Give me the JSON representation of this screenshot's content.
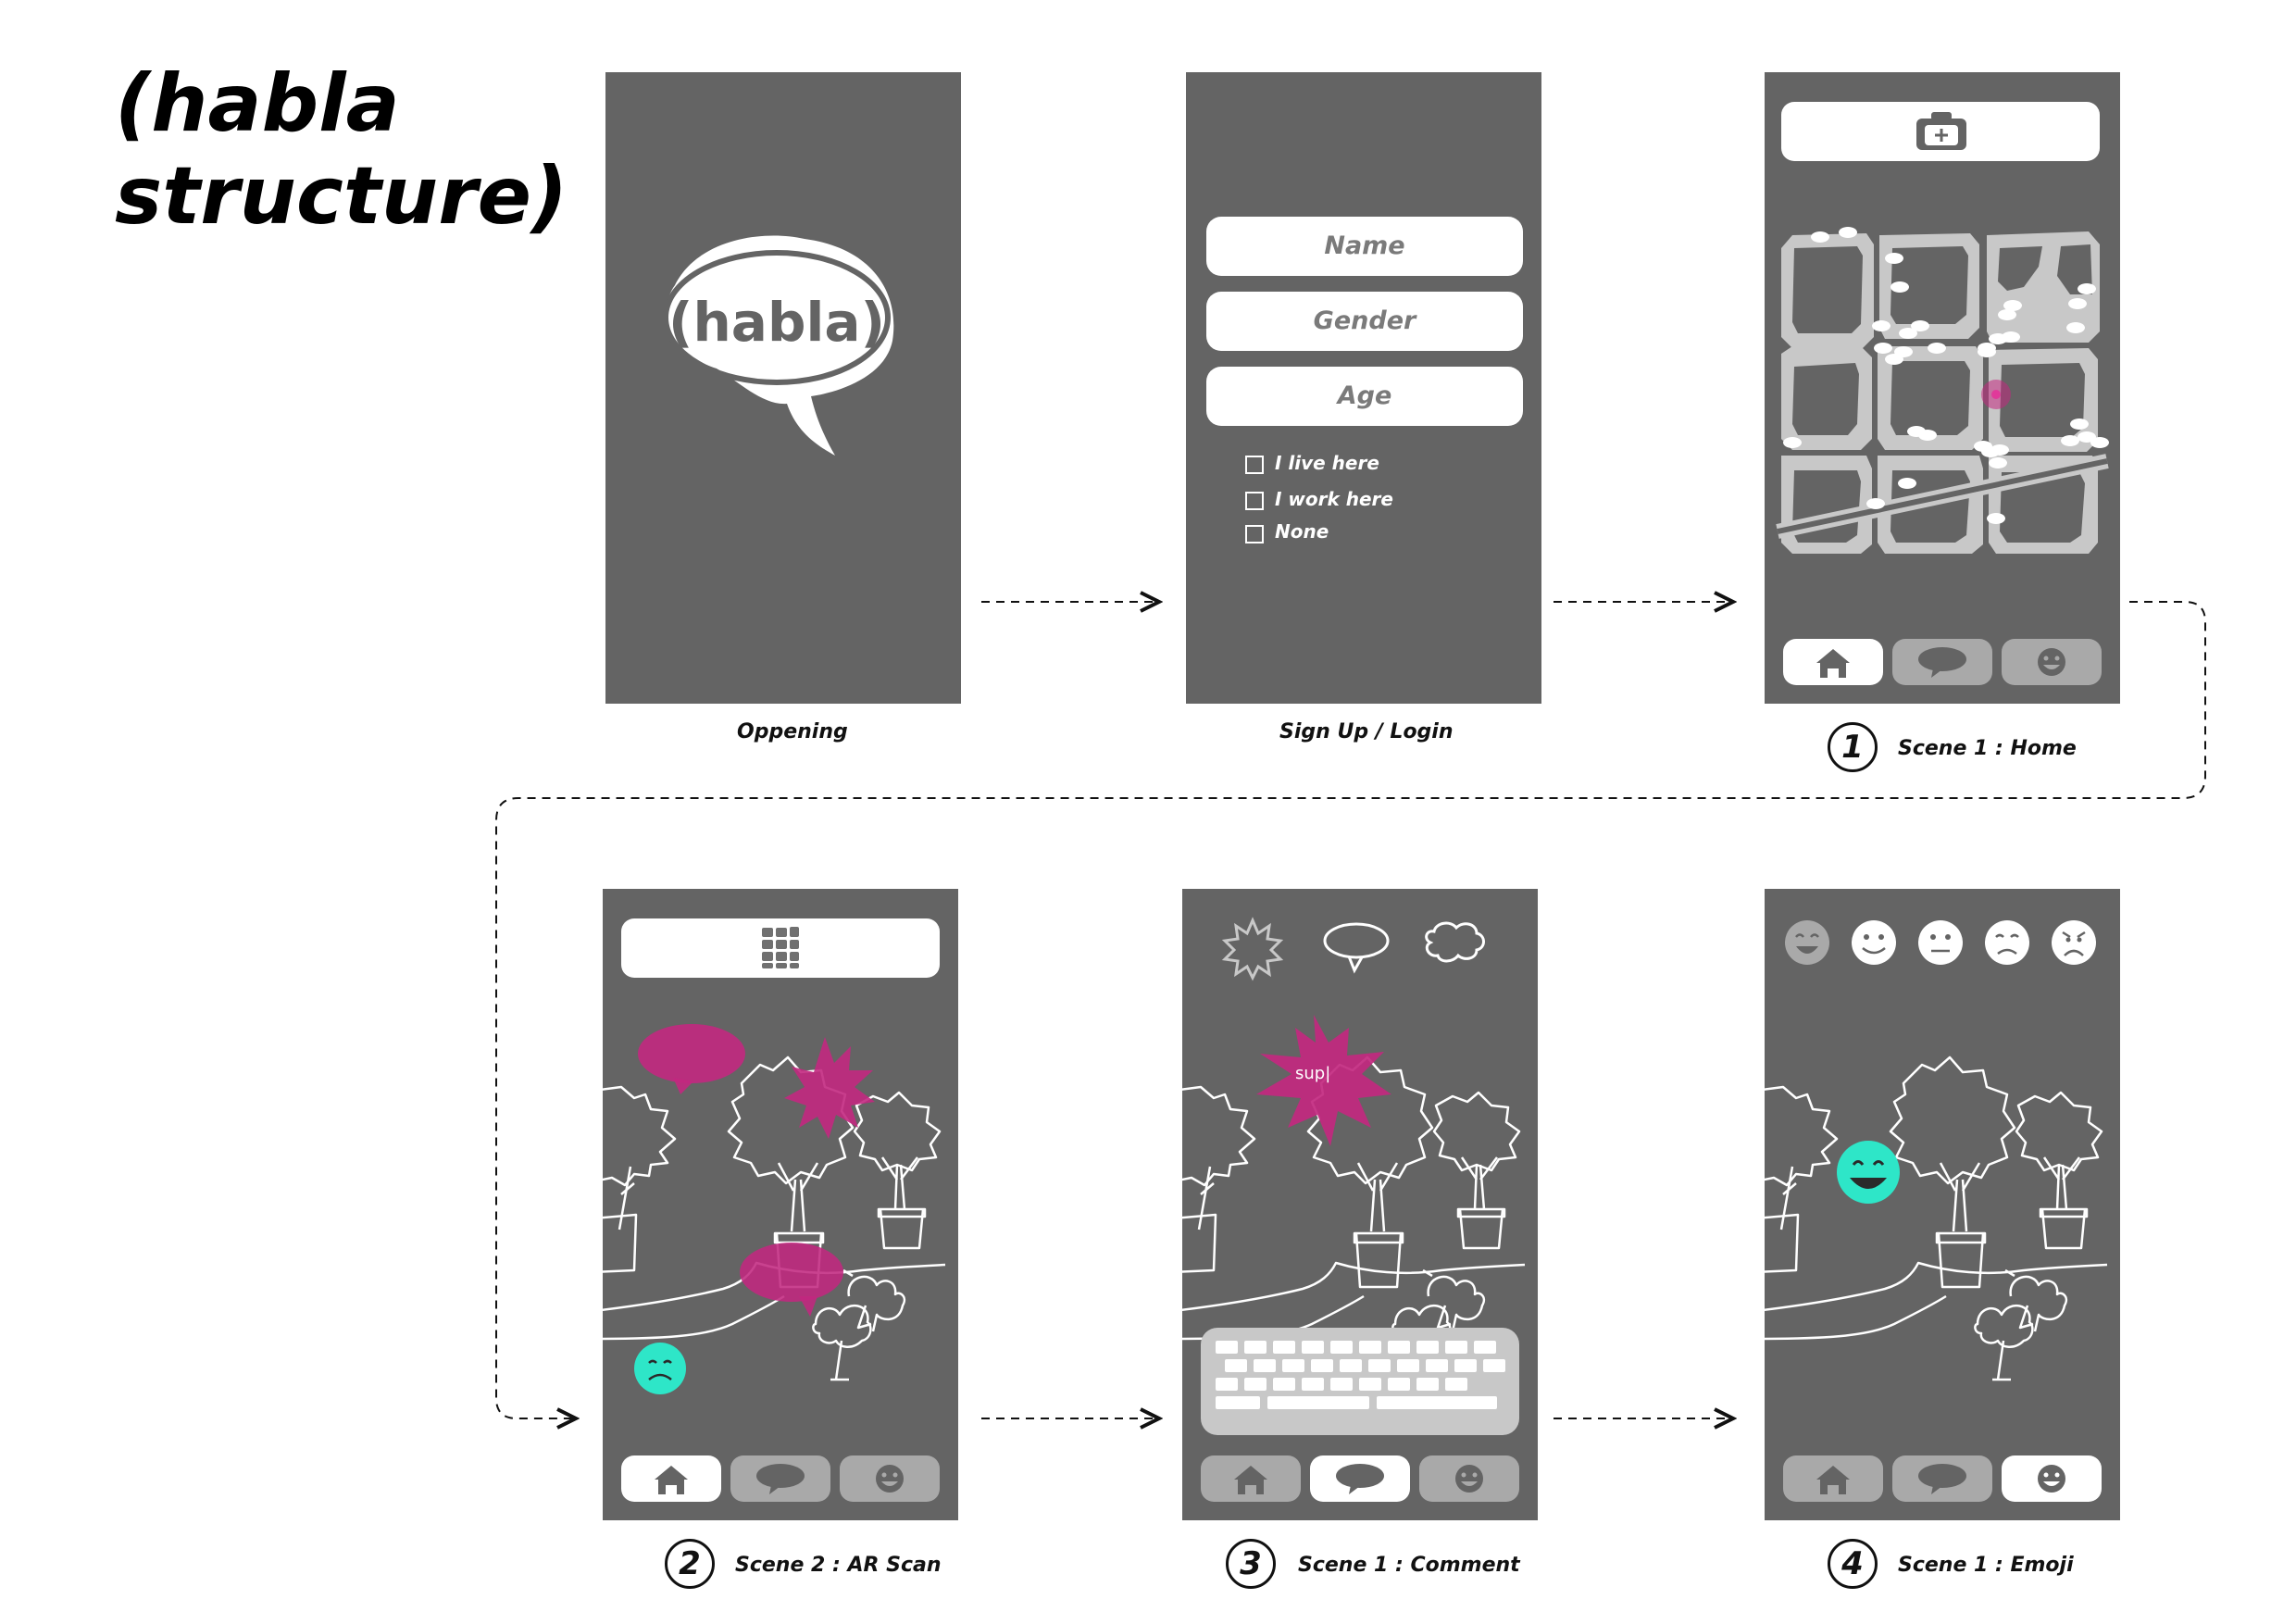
{
  "title": [
    "(habla",
    "structure)"
  ],
  "screens": {
    "opening": {
      "caption": "Oppening",
      "logo_text": "(habla)"
    },
    "signup": {
      "caption": "Sign Up / Login",
      "fields": [
        "Name",
        "Gender",
        "Age"
      ],
      "checkboxes": [
        "I live here",
        "I work here",
        "None"
      ]
    },
    "home": {
      "number": "1",
      "caption": "Scene 1 : Home"
    },
    "arscan": {
      "number": "2",
      "caption": "Scene 2 : AR Scan"
    },
    "comment": {
      "number": "3",
      "caption": "Scene 1 : Comment",
      "typed_text": "sup|"
    },
    "emoji": {
      "number": "4",
      "caption": "Scene 1 : Emoji"
    }
  },
  "colors": {
    "screen_bg": "#646464",
    "magenta": "#c2287f",
    "cyan": "#2ee6c8",
    "tab_inactive": "#a9a9a9"
  }
}
